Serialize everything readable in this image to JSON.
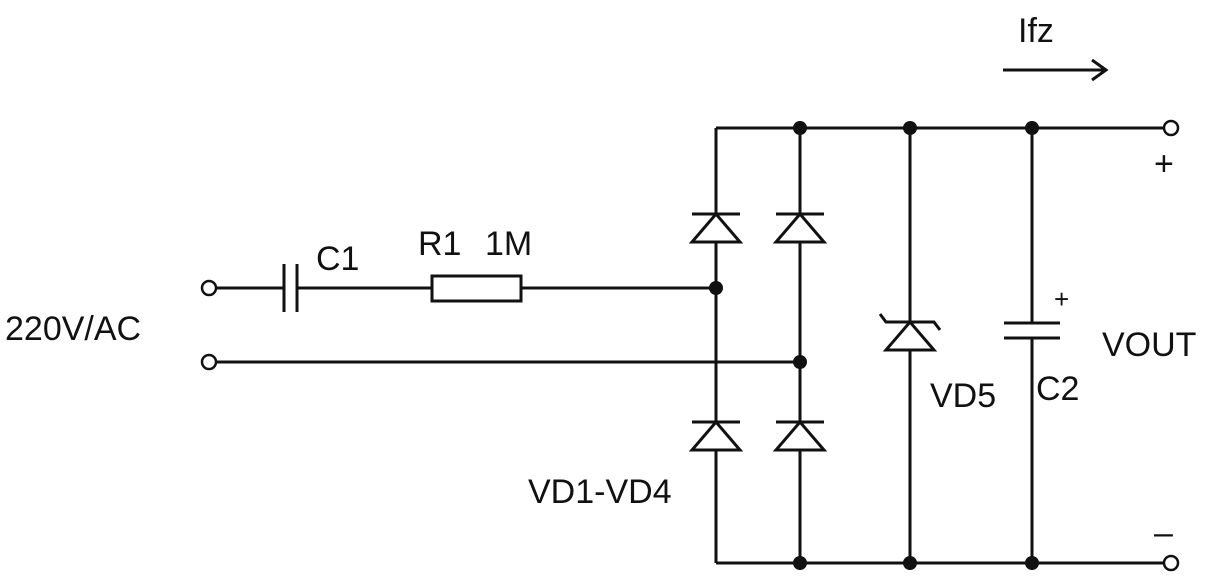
{
  "diagram": {
    "input_label": "220V/AC",
    "c1_label": "C1",
    "r1_label": "R1",
    "r1_value": "1M",
    "bridge_label": "VD1-VD4",
    "zener_label": "VD5",
    "c2_label": "C2",
    "c2_polarity": "+",
    "output_label": "VOUT",
    "plus_sign": "+",
    "minus_sign": "–",
    "current_label": "Ifz"
  }
}
